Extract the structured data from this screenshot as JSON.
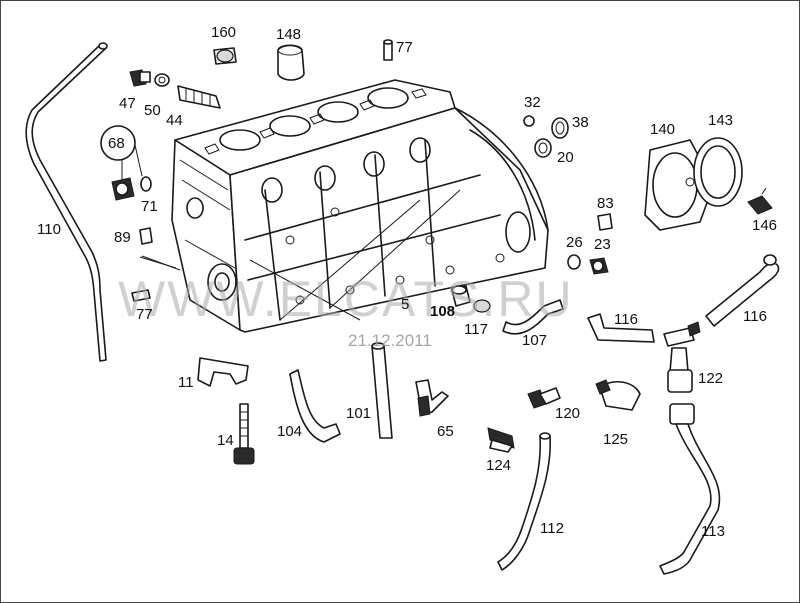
{
  "diagram": {
    "watermark": "WWW.ELCATS.RU",
    "date": "21.12.2011",
    "labels": {
      "p160": "160",
      "p148": "148",
      "p77a": "77",
      "p47": "47",
      "p50": "50",
      "p44": "44",
      "p68": "68",
      "p71": "71",
      "p110": "110",
      "p89": "89",
      "p77b": "77",
      "p32": "32",
      "p38": "38",
      "p20": "20",
      "p140": "140",
      "p143": "143",
      "p146": "146",
      "p83": "83",
      "p26": "26",
      "p23": "23",
      "p5": "5",
      "p108": "108",
      "p117": "117",
      "p107": "107",
      "p116a": "116",
      "p116b": "116",
      "p122": "122",
      "p11": "11",
      "p14": "14",
      "p104": "104",
      "p101": "101",
      "p65": "65",
      "p120": "120",
      "p125": "125",
      "p124": "124",
      "p112": "112",
      "p113": "113"
    }
  }
}
